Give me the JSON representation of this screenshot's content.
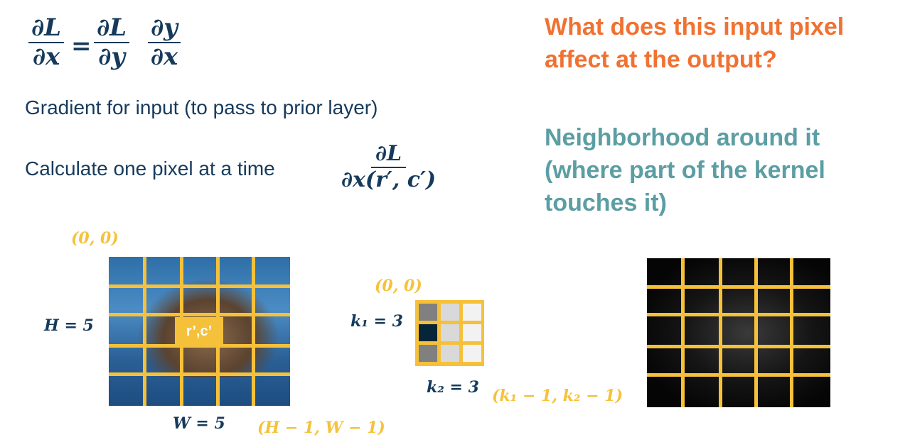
{
  "equation": {
    "lhs_num": "∂L",
    "lhs_den": "∂x",
    "eq": "=",
    "t1_num": "∂L",
    "t1_den": "∂y",
    "t2_num": "∂y",
    "t2_den": "∂x"
  },
  "gradient_text": "Gradient for input (to pass to prior layer)",
  "calc_text": "Calculate one pixel at a time",
  "calc_frac": {
    "num": "∂L",
    "den": "∂x(r′, c′)"
  },
  "question": "What does this input pixel affect at the output?",
  "answer": "Neighborhood around it (where part of the kernel touches it)",
  "input": {
    "origin": "(0, 0)",
    "h_label": "H = 5",
    "w_label": "W = 5",
    "end": "(H − 1, W − 1)",
    "pixel_label": "r’,c’"
  },
  "kernel": {
    "origin": "(0, 0)",
    "k1_label": "k₁ = 3",
    "k2_label": "k₂ = 3",
    "end": "(k₁ − 1, k₂ − 1)",
    "cells": [
      "#808080",
      "#d9d9d9",
      "#f2f2f2",
      "#062539",
      "#d9d9d9",
      "#f2f2f2",
      "#808080",
      "#d9d9d9",
      "#f2f2f2"
    ]
  },
  "colors": {
    "accent": "#f6c13a",
    "orange": "#f07232",
    "teal": "#5b9ea3",
    "navy": "#163a5c"
  }
}
